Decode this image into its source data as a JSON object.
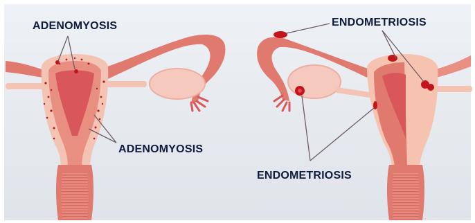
{
  "labels": {
    "adenomyosis_top": "ADENOMYOSIS",
    "adenomyosis_bottom": "ADENOMYOSIS",
    "endometriosis_top": "ENDOMETRIOSIS",
    "endometriosis_bottom": "ENDOMETRIOSIS"
  },
  "colors": {
    "background": "#e7ebf0",
    "uterus_wall": "#f3c3b3",
    "uterus_muscle": "#e07a6e",
    "uterine_lining": "#d9565a",
    "ovary": "#f6c9be",
    "lesion": "#c2151b",
    "label_text": "#0d1b3d"
  }
}
